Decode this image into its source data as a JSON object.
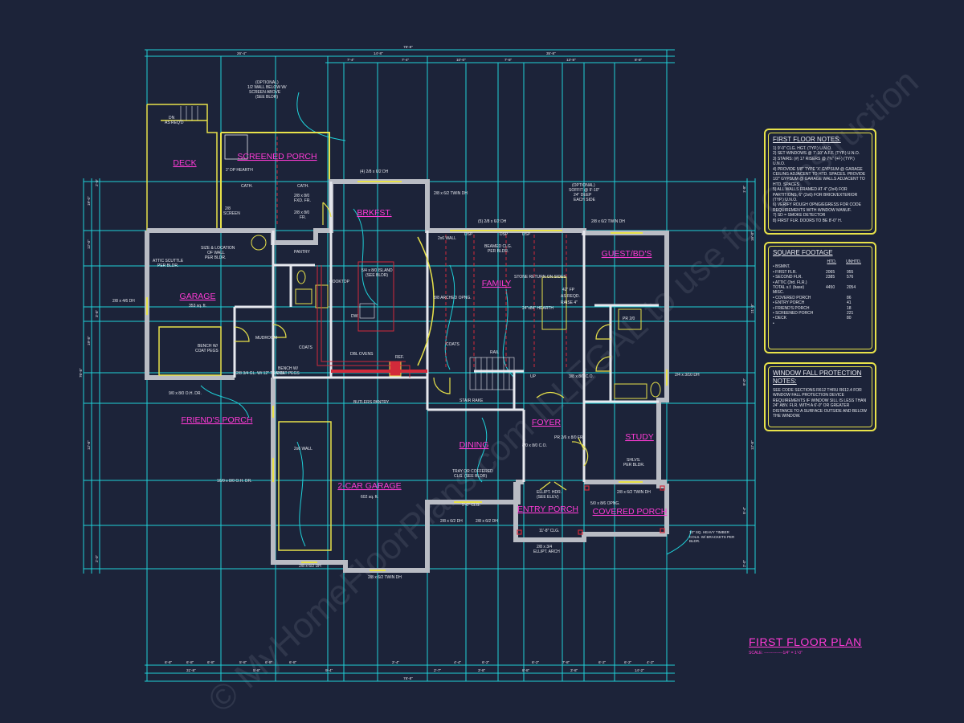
{
  "plan_title": "FIRST FLOOR PLAN",
  "scale_text": "SCALE: --------------1/4\" = 1'-0\"",
  "watermark": "© MyHomeFloorPlans.com  ILLEGAL to use for Construction",
  "colors": {
    "background": "#1c2339",
    "dimension": "#1fd0d8",
    "room_label": "#ff3bd6",
    "wall": "#e6e8ee",
    "note_box": "#e8e24a",
    "accent": "#d22a3a"
  },
  "rooms": [
    {
      "name": "DECK"
    },
    {
      "name": "SCREENED PORCH"
    },
    {
      "name": "BRKFST."
    },
    {
      "name": "GARAGE",
      "area": "353 sq. ft."
    },
    {
      "name": "FAMILY"
    },
    {
      "name": "GUEST/BD'S"
    },
    {
      "name": "FRIEND'S PORCH"
    },
    {
      "name": "2-CAR GARAGE",
      "area": "602 sq. ft."
    },
    {
      "name": "DINING"
    },
    {
      "name": "FOYER"
    },
    {
      "name": "STUDY"
    },
    {
      "name": "ENTRY PORCH"
    },
    {
      "name": "COVERED PORCH"
    }
  ],
  "labels": {
    "dn": "DN",
    "as_reqd": "AS REQ'D",
    "optional_wall": "(OPTIONAL)",
    "wall_below": "1/2 WALL BELOW W/",
    "screen_above": "SCREEN ABOVE",
    "see_bldr": "(SEE BLDR)",
    "hearth": "2' DP HEARTH",
    "cath1": "CATH.",
    "cath2": "CATH.",
    "win_fxd": "2/8 x 8/0",
    "fxd_fr": "FXD. FR.",
    "win_fr": "2/8 x 8/0",
    "fr": "FR.",
    "screen": "SCREEN",
    "screen_dim": "2/8",
    "win_top": "(4) 2/8 x 6/2 DH",
    "win_twin_top": "2/8 x 6/2 TWIN DH",
    "soffit_opt": "(OPTIONAL)",
    "soffit": "SOFFIT @ 9'-10\"",
    "soffit_deep": "24\" DEEP",
    "soffit_each": "EACH SIDE",
    "win_family": "(5) 2/8 x 6/2 DH",
    "win_guest": "2/8 x 6/2 TWIN DH",
    "attic": "ATTIC SCUTTLE",
    "per_bldr": "PER BLDR.",
    "size_loc": "SIZE & LOCATION",
    "of_wall": "OF WALL",
    "pantry": "PANTRY",
    "cooktop": "COOKTOP",
    "island": "5/4 x 8/0 ISLAND",
    "see_bldr2": "(SEE BLDR)",
    "dw": "DW",
    "arched": "8/8 ARCHED OPNG.",
    "beamed": "BEAMED CLG.",
    "beamed2": "PER BLDR.",
    "stone": "STONE RETURN ON SIDES",
    "hearth2": "24\"x84\" HEARTH",
    "fp": "42\" FP",
    "as_reqd2": "AS REQD.",
    "raise": "RAISE 4\"",
    "wall_2x6": "2x6 WALL",
    "dsp1": "DSP",
    "dsp2": "DSP",
    "dsp3": "DSP",
    "garage_win": "2/8 x 4/6 DH",
    "bench": "BENCH W/",
    "coat_pegs": "COAT PEGS",
    "mudroom": "MUDROOM",
    "coats": "COATS",
    "dbl_ovens": "DBL OVENS",
    "ref": "REF.",
    "coats2": "COATS",
    "rail": "RAIL",
    "up": "UP",
    "stair_rake": "STAIR RAKE",
    "butlers": "BUTLERS PANTRY",
    "garage_door": "9/0 x 8/0 O.H. DR.",
    "garage_door2": "16/0 x 8/0 O.H. DR.",
    "wall_2x6b": "2x6 WALL",
    "bench2": "BENCH W/",
    "coat_pegs2": "COAT PEGS",
    "trans": "2/8 3/4 GL. W/ 12\" TRANS.",
    "tray": "TRAY OR COFFERED",
    "tray2": "CLG. (SEE BLDR)",
    "clg": "5'-0\" CLG.",
    "win_dining1": "2/8 x 6/2 DH",
    "win_dining2": "2/8 x 6/2 DH",
    "ellipt": "2/8 x 3/4",
    "ellipt2": "ELLIPT. ARCH",
    "hdr": "ELLIPT. HDR.",
    "see_elev": "(SEE ELEV)",
    "entry_clg": "11'-8\" CLG.",
    "study_shlvs": "SHLVS.",
    "study_per": "PER BLDR.",
    "study_win": "2/8 x 6/2 TWIN DH",
    "opng": "5/0 x 8/6 OPNG.",
    "cols": "10\" SQ. HEAVY TIMBER COLS. W/ BRACKETS PER BLDR.",
    "win_right": "2/4 x 3/10 DH",
    "win_left": "2/8 x 4/6 DH",
    "win_bottom1": "2/8 x 6/2 DH",
    "win_bottom2": "2/8 x 6/2 TWIN DH",
    "bath_pr": "PR 2/0",
    "co": "3/8 x 8/0 C.O.",
    "co2": "8/0 x 8/0 C.O.",
    "pr_fr": "PR 2/6 x 8/0 FR."
  },
  "dims": {
    "overall": "76'-8\"",
    "top_row1": [
      "26'-4\"",
      "14'-8\"",
      "35'-8\""
    ],
    "top_row2": [
      "7'-4\"",
      "7'-4\"",
      "10'-0\"",
      "7'-8\"",
      "13'-8\"",
      "8'-8\""
    ],
    "bottom_row1": [
      "6'-8\"",
      "6'-8\"",
      "6'-8\"",
      "5'-8\"",
      "6'-8\"",
      "6'-8\"",
      "2'-4\"",
      "4'-4\"",
      "6'-2\"",
      "6'-2\"",
      "7'-8\"",
      "6'-2\"",
      "6'-2\"",
      "4'-2\""
    ],
    "bottom_row2": [
      "31'-8\"",
      "5'-8\"",
      "9'-4\"",
      "2'-7\"",
      "3'-8\"",
      "8'-8\"",
      "3'-8\"",
      "14'-2\""
    ],
    "left": [
      "2'-0\"",
      "19'-0\"",
      "12'-0\"",
      "3'-8\"",
      "1'-8\"",
      "19'-8\"",
      "12'-8\"",
      "2'-0\""
    ],
    "right": [
      "1'-8\"",
      "16'-0\"",
      "9'-0\"",
      "5'-4\"",
      "21'-3\"",
      "12'-8\"",
      "2'-0\""
    ]
  },
  "notes": {
    "title": "FIRST FLOOR NOTES:",
    "items": [
      "1) 9'-0\" CLG. HGT. (TYP.) U.N.O.",
      "2) SET WINDOWS @ 7'-10\" A.F.F. (TYP.) U.N.O.",
      "3) STAIRS: (#) 17 RISERS @ 7¾\" (+/-) (TYP.) U.N.O.",
      "4) PROVIDE 5/8\" TYPE 'X' GYPSUM @ GARAGE CEILING ADJACENT TO HTD. SPACES. PROVIDE 1/2\" GYPSUM @ GARAGE WALLS ADJACENT TO HTD. SPACES",
      "5) ALL WALLS FRAMED AT 4\" (2x4) FOR PARTITIONS, 6\" (2x6) FOR BRICK/EXTERIOR (TYP.) U.N.O.",
      "6) VERIFY ROUGH OPNG/EGRESS FOR CODE REQUIREMENTS WITH WINDOW MANUF.",
      "7) SD = SMOKE DETECTOR",
      "8) FIRST FLR. DOORS TO BE 8'-0\" H."
    ]
  },
  "square_footage": {
    "title": "SQUARE FOOTAGE",
    "cols": [
      "HTD.",
      "UNHTD."
    ],
    "rows": [
      [
        "• BSMNT.",
        "",
        ""
      ],
      [
        "• FIRST FLR.",
        "2065",
        "955"
      ],
      [
        "• SECOND FLR.",
        "2385",
        "576"
      ],
      [
        "• ATTIC (3rd. FLR.)",
        "",
        ""
      ],
      [
        "TOTAL s.f. (base)",
        "4450",
        "2054"
      ],
      [
        "MISC.",
        "",
        ""
      ],
      [
        "• COVERED PORCH",
        "",
        "86"
      ],
      [
        "• ENTRY PORCH",
        "",
        "41"
      ],
      [
        "• FRIEND'S PORCH",
        "",
        "18"
      ],
      [
        "• SCREENED PORCH",
        "",
        "221"
      ],
      [
        "• DECK",
        "",
        "80"
      ],
      [
        "•",
        "",
        ""
      ]
    ]
  },
  "window_notes": {
    "title": "WINDOW FALL PROTECTION NOTES:",
    "text": "SEE CODE SECTIONS R612 THRU R612.4 FOR WINDOW FALL PROTECTION DEVICE REQUIREMENTS IF WINDOW SILL IS LESS THAN 24\" ABV. FLR. WITH A 6'-0\" OR GREATER DISTANCE TO A SURFACE OUTSIDE AND BELOW THE WINDOW."
  }
}
